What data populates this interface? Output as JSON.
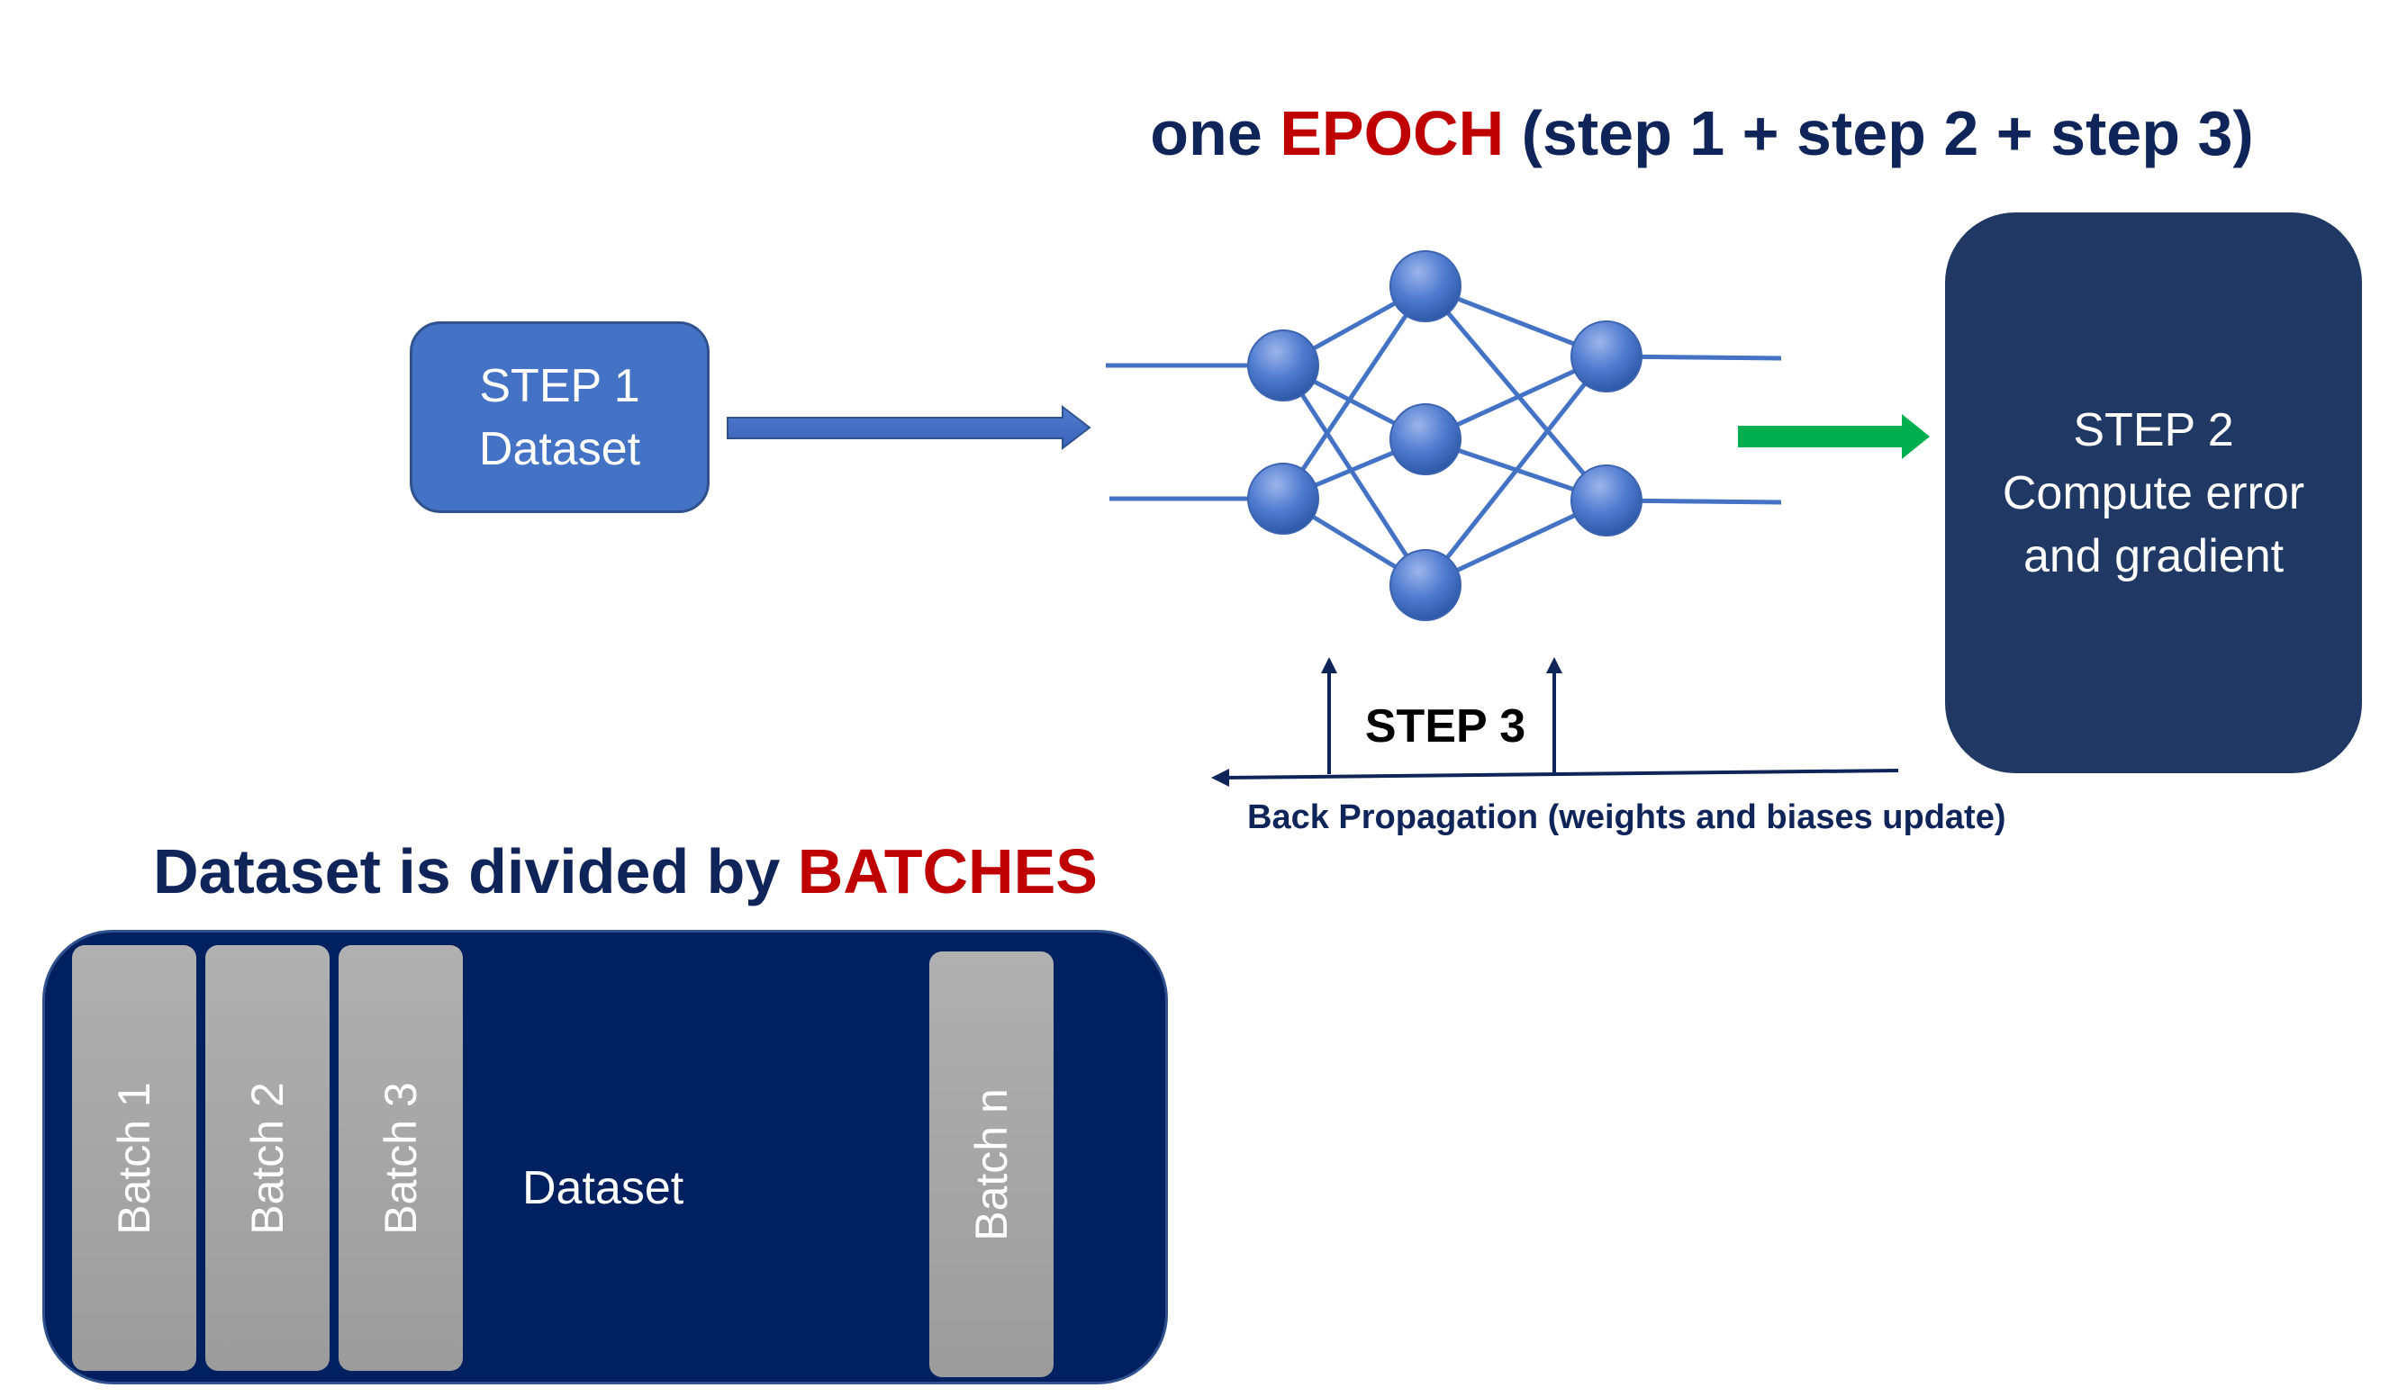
{
  "epoch_title": {
    "prefix": "one ",
    "highlight": "EPOCH",
    "suffix": " (step 1 + step 2 + step 3)"
  },
  "step1": {
    "line1": "STEP 1",
    "line2": "Dataset"
  },
  "step2": {
    "line1": "STEP 2",
    "line2": "Compute error",
    "line3": "and gradient"
  },
  "step3": {
    "label": "STEP 3",
    "description": "Back Propagation (weights and biases update)"
  },
  "batches_title": {
    "prefix": "Dataset is divided by ",
    "highlight": "BATCHES"
  },
  "dataset_panel": {
    "label": "Dataset",
    "batches": [
      "Batch 1",
      "Batch 2",
      "Batch 3",
      "Batch n"
    ]
  },
  "colors": {
    "navy": "#0f2459",
    "red": "#c00000",
    "step1_fill": "#4472c4",
    "step2_fill": "#203864",
    "network_line": "#4472c4",
    "forward_arrow": "#00b050",
    "dataset_fill": "#002060",
    "batch_fill": "#a6a6a6"
  },
  "icons": {
    "network": "neural-network-icon"
  }
}
